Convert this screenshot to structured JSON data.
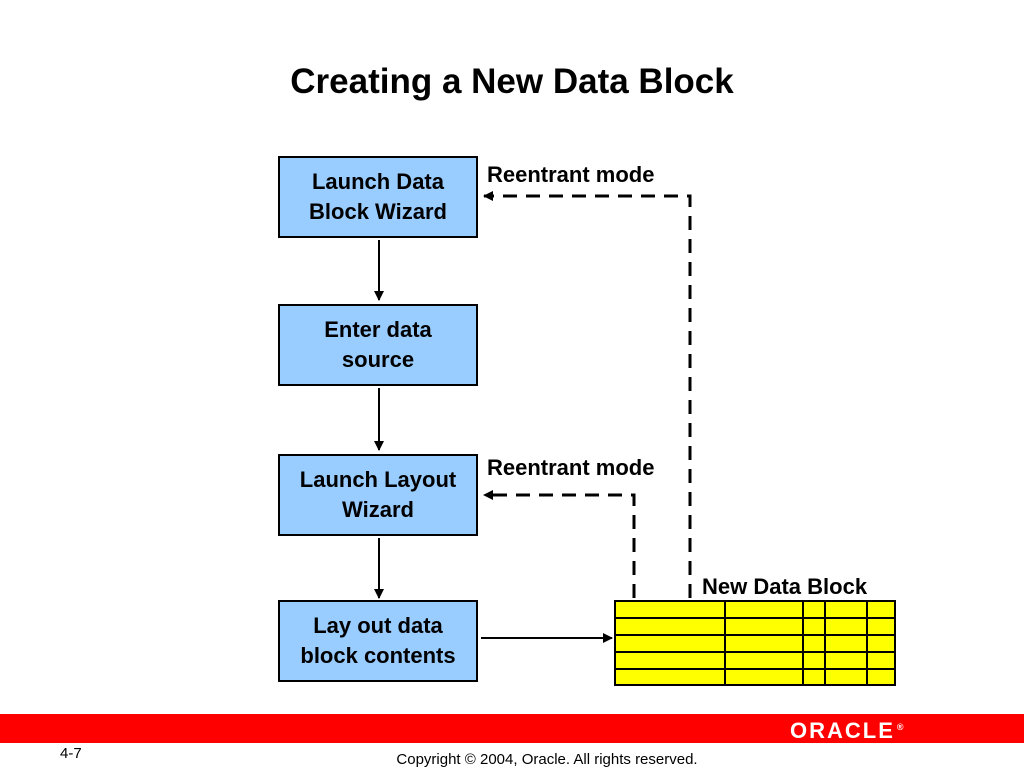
{
  "slide": {
    "title": "Creating a New Data Block"
  },
  "diagram": {
    "steps": [
      "Launch Data\nBlock Wizard",
      "Enter data\nsource",
      "Launch Layout\nWizard",
      "Lay out data\nblock contents"
    ],
    "reentrant_label_1": "Reentrant mode",
    "reentrant_label_2": "Reentrant mode",
    "result_label": "New Data Block",
    "colors": {
      "step_fill": "#99ccff",
      "data_block_fill": "#ffff00",
      "footer_bar": "#ff0000"
    }
  },
  "footer": {
    "page_number": "4-7",
    "copyright": "Copyright © 2004, Oracle.  All rights reserved.",
    "logo_text": "ORACLE",
    "logo_mark": "®"
  }
}
